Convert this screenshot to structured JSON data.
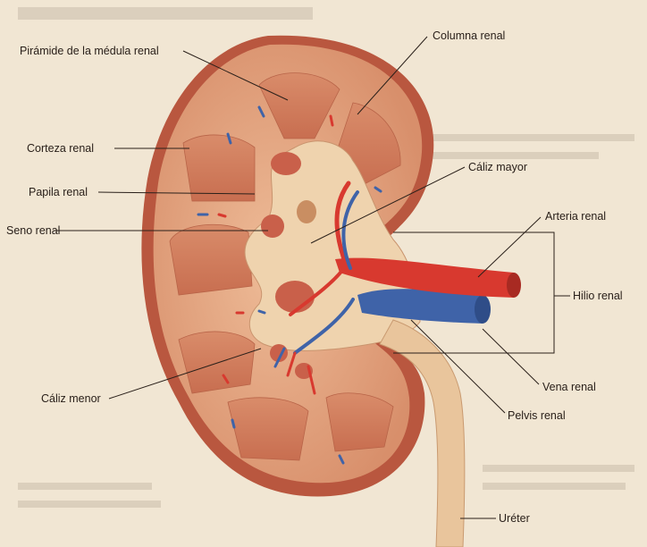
{
  "labels": {
    "piramide": "Pirámide de la médula renal",
    "columna": "Columna renal",
    "corteza": "Corteza renal",
    "caliz_mayor": "Cáliz mayor",
    "papila": "Papila renal",
    "arteria": "Arteria renal",
    "seno": "Seno renal",
    "hilio": "Hilio renal",
    "caliz_menor": "Cáliz menor",
    "vena": "Vena renal",
    "pelvis": "Pelvis renal",
    "ureter": "Uréter"
  },
  "colors": {
    "page": "#f1e6d3",
    "capsule": "#b9573f",
    "cortex": "#e0a27e",
    "pyramid": "#d07e5e",
    "sinus": "#efd3ae",
    "artery": "#d8392f",
    "vein": "#3f63a8",
    "ureter": "#e9c59c"
  }
}
